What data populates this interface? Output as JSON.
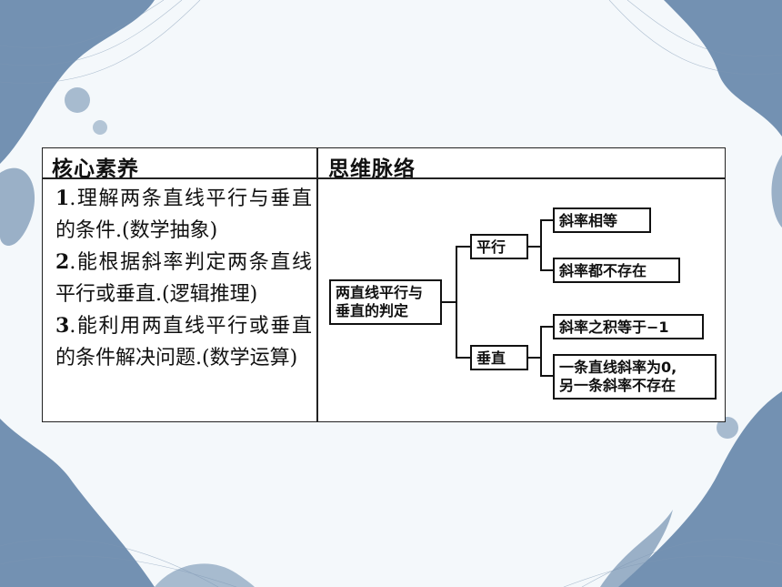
{
  "table": {
    "header_left": "核心素养",
    "header_right": "思维脉络",
    "goals": [
      {
        "num": "1",
        "text": ".理解两条直线平行与垂直的条件.(数学抽象)"
      },
      {
        "num": "2",
        "text": ".能根据斜率判定两条直线平行或垂直.(逻辑推理)"
      },
      {
        "num": "3",
        "text": ".能利用两直线平行或垂直的条件解决问题.(数学运算)"
      }
    ]
  },
  "diagram": {
    "root_line1": "两直线平行与",
    "root_line2": "垂直的判定",
    "parallel": "平行",
    "perpendicular": "垂直",
    "parallel_cond1": "斜率相等",
    "parallel_cond2": "斜率都不存在",
    "perp_cond1": "斜率之积等于−1",
    "perp_cond2_line1": "一条直线斜率为0,",
    "perp_cond2_line2": "另一条斜率不存在"
  },
  "colors": {
    "decoration": "#5b7fa4",
    "background": "#f4f8fb",
    "border": "#222222"
  }
}
